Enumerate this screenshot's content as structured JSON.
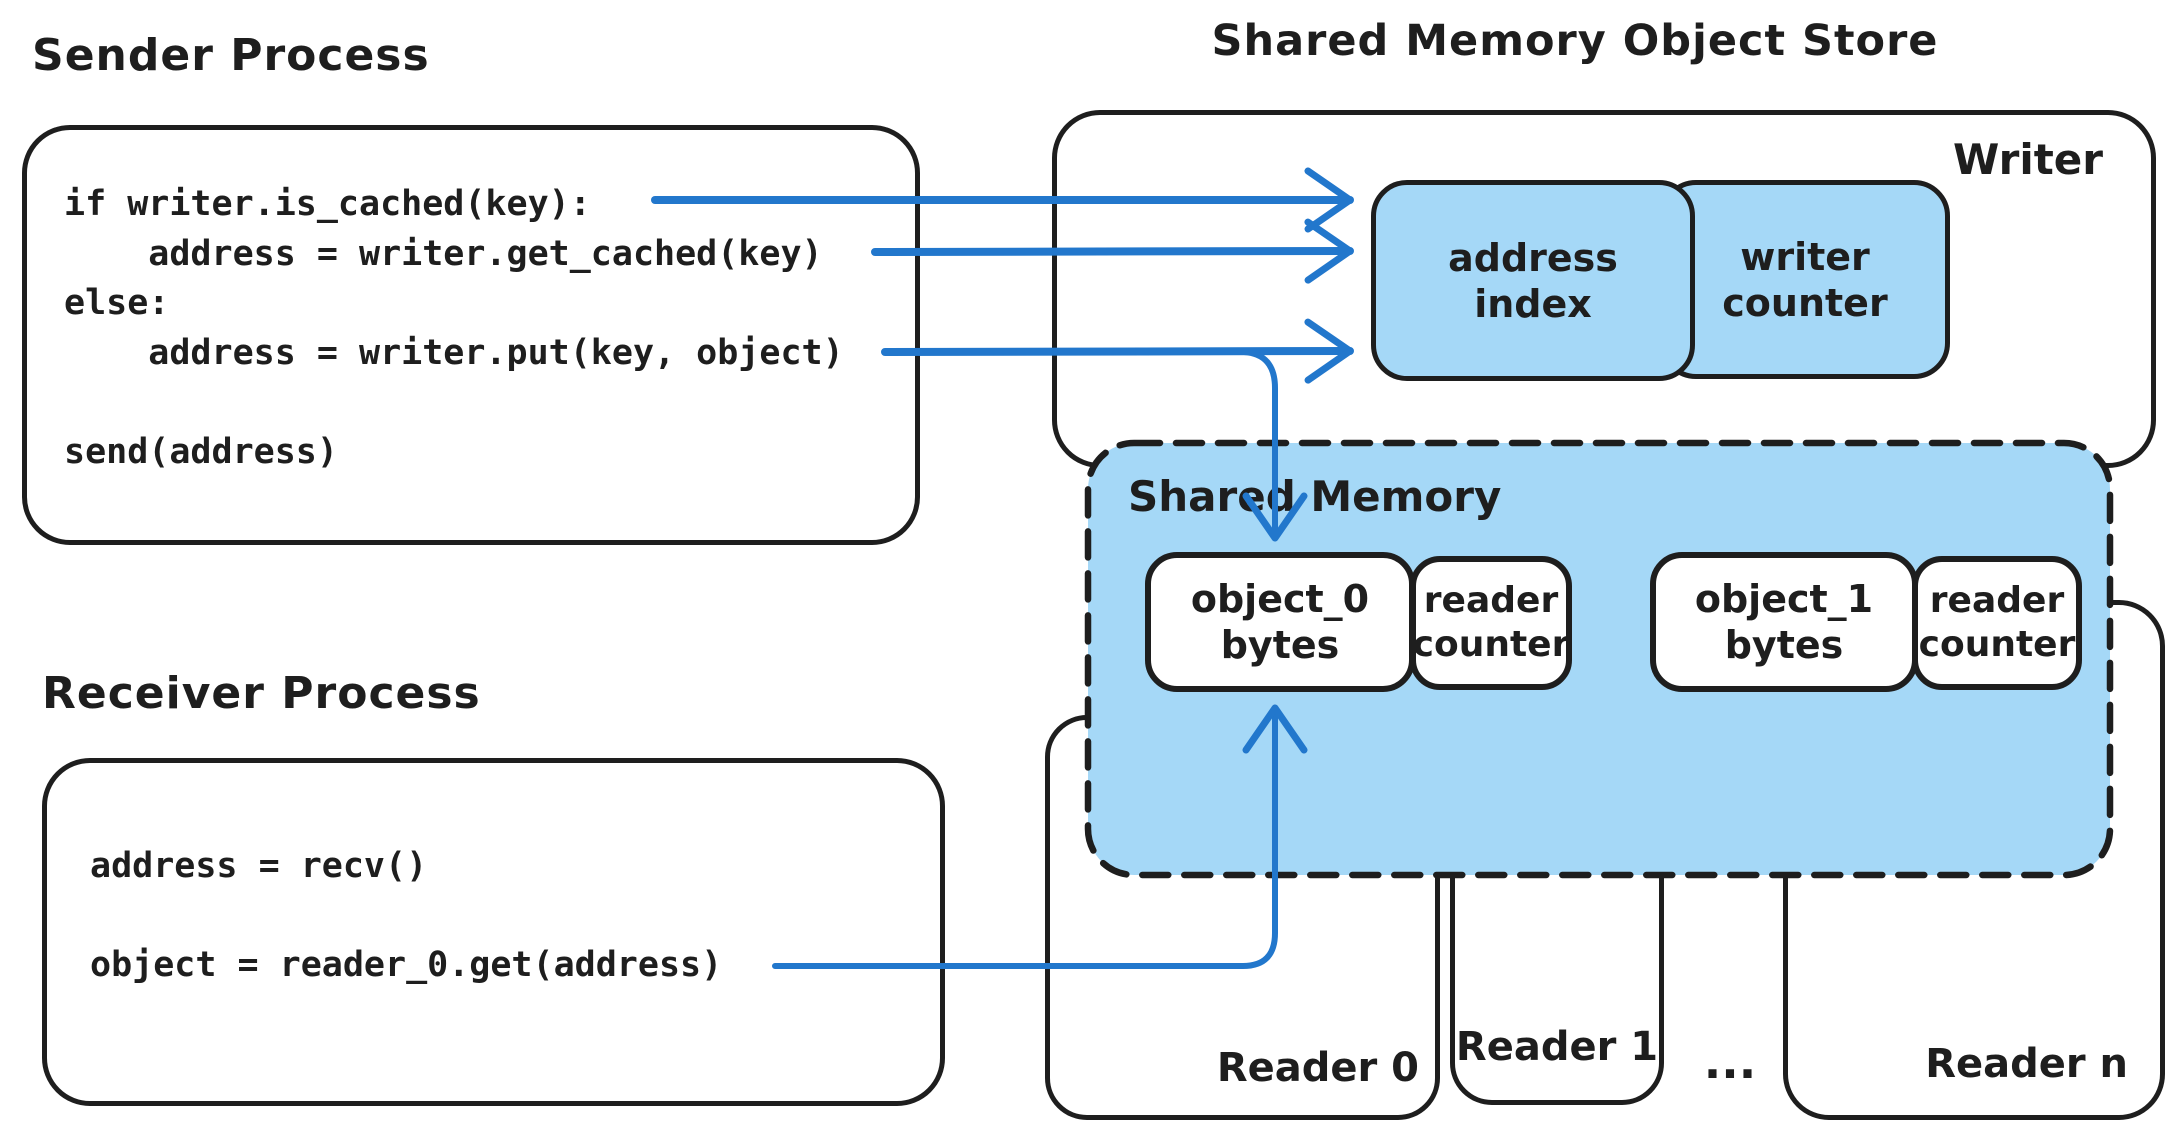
{
  "colors": {
    "background": "#ffffff",
    "ink": "#1e1e1e",
    "fill_blue": "#a5d8f7",
    "arrow_blue": "#2277cc"
  },
  "sender": {
    "title": "Sender Process",
    "code": [
      "if writer.is_cached(key):",
      "    address = writer.get_cached(key)",
      "else:",
      "    address = writer.put(key, object)",
      "send(address)"
    ]
  },
  "receiver": {
    "title": "Receiver Process",
    "code": [
      "address = recv()",
      "object = reader_0.get(address)"
    ]
  },
  "store": {
    "title": "Shared Memory Object Store",
    "writer_label": "Writer",
    "address_index": [
      "address",
      "index"
    ],
    "writer_counter": [
      "writer",
      "counter"
    ],
    "shared_memory": {
      "label": "Shared Memory",
      "slots": [
        {
          "object": [
            "object_0",
            "bytes"
          ],
          "counter": [
            "reader",
            "counter"
          ]
        },
        {
          "object": [
            "object_1",
            "bytes"
          ],
          "counter": [
            "reader",
            "counter"
          ]
        }
      ]
    }
  },
  "readers": {
    "reader0": "Reader 0",
    "reader1": "Reader 1",
    "ellipsis": "...",
    "readern": "Reader n"
  }
}
